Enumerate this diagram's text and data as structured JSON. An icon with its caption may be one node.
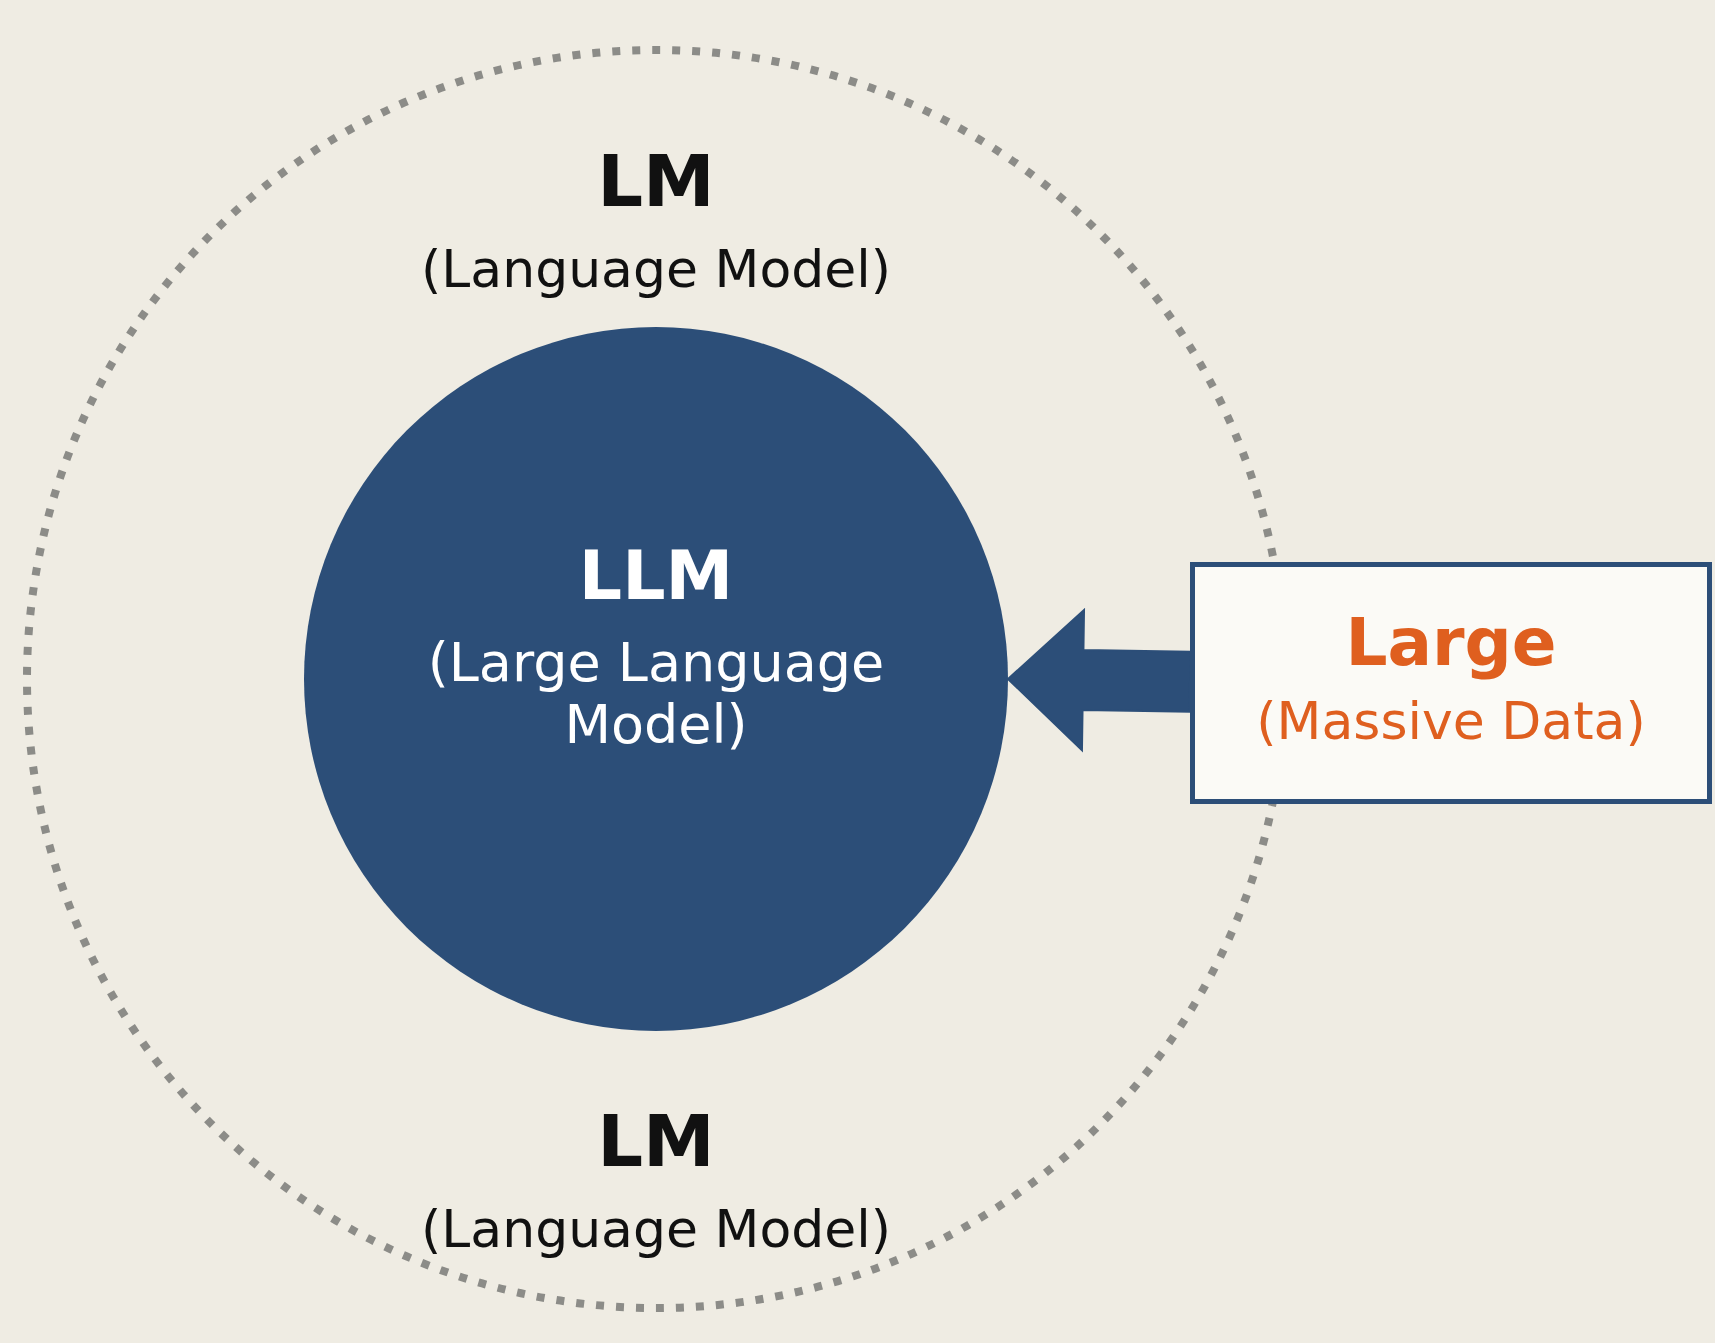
{
  "diagram": {
    "nodes": [
      {
        "text": [
          "LM",
          "(Language Model)",
          "LM",
          "(Language Model)"
        ]
      },
      {
        "text": [
          "LLM",
          "(Large Language Model)"
        ],
        "in": 0
      },
      {
        "text": [
          "Large",
          "(Massive Data)"
        ]
      }
    ],
    "edges": [
      {
        "from": 2,
        "to": 1,
        "arrow": "to",
        "style": "thick"
      }
    ]
  }
}
